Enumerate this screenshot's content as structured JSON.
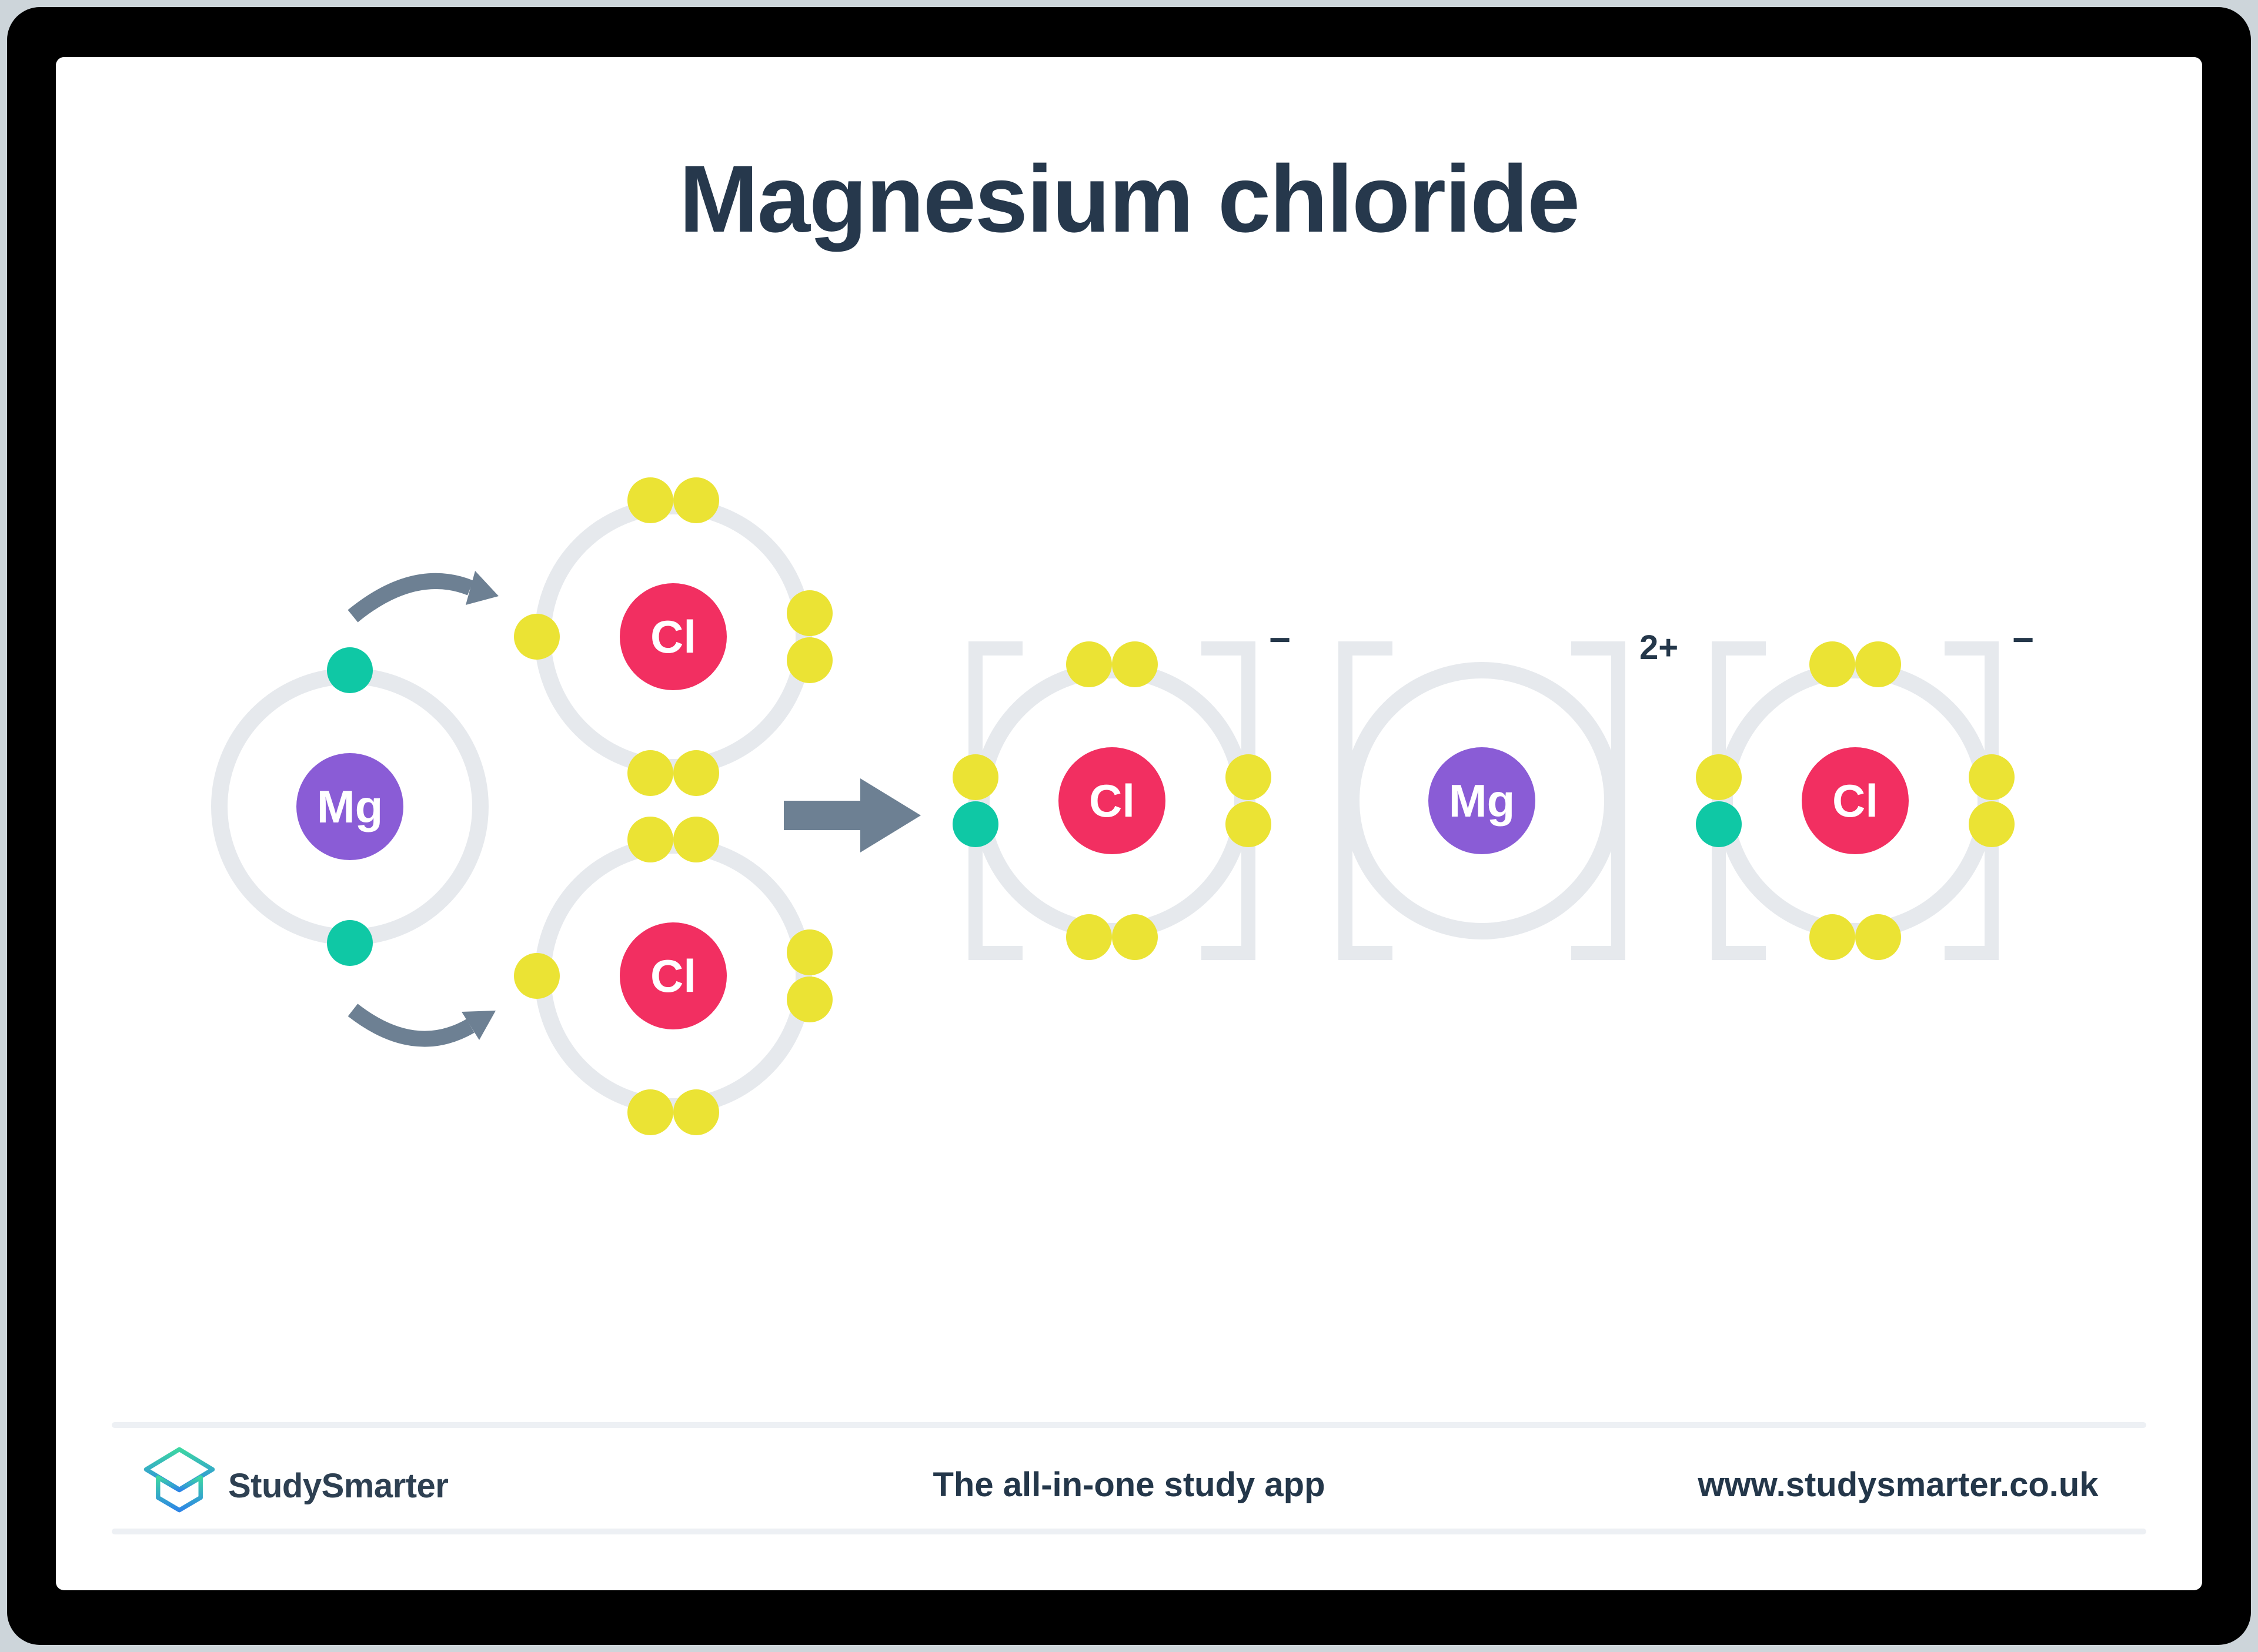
{
  "title": "Magnesium chloride",
  "colors": {
    "frame": "#000000",
    "page": "#ffffff",
    "outer_surround": "#cdd5da",
    "dark_text": "#26384c",
    "shell_ring": "#e6e9ed",
    "bracket": "#e6e9ed",
    "electron_yellow": "#ebe334",
    "electron_teal": "#0fc8a5",
    "nucleus_magnesium": "#8a5cd6",
    "nucleus_chlorine": "#f22f61",
    "arrow_slate": "#6d8093",
    "footer_divider": "#edf0f4",
    "logo_gradient_top": "#3dd6a3",
    "logo_gradient_bottom": "#2e86e6"
  },
  "diagram": {
    "reactants": {
      "mg": {
        "symbol": "Mg",
        "shell_electrons": 2,
        "electron_color": "teal"
      },
      "cl_top": {
        "symbol": "Cl",
        "shell_electrons": 7,
        "electron_color": "yellow"
      },
      "cl_bottom": {
        "symbol": "Cl",
        "shell_electrons": 7,
        "electron_color": "yellow"
      }
    },
    "transfer_arrows": 2,
    "products": {
      "chloride_left": {
        "symbol": "Cl",
        "charge": "−",
        "shell_electrons": 8,
        "yellow_electrons": 7,
        "teal_electrons": 1
      },
      "magnesium": {
        "symbol": "Mg",
        "charge": "2+",
        "shell_electrons": 0
      },
      "chloride_right": {
        "symbol": "Cl",
        "charge": "−",
        "shell_electrons": 8,
        "yellow_electrons": 7,
        "teal_electrons": 1
      }
    }
  },
  "footer": {
    "brand": "StudySmarter",
    "tagline": "The all-in-one study app",
    "url": "www.studysmarter.co.uk"
  }
}
